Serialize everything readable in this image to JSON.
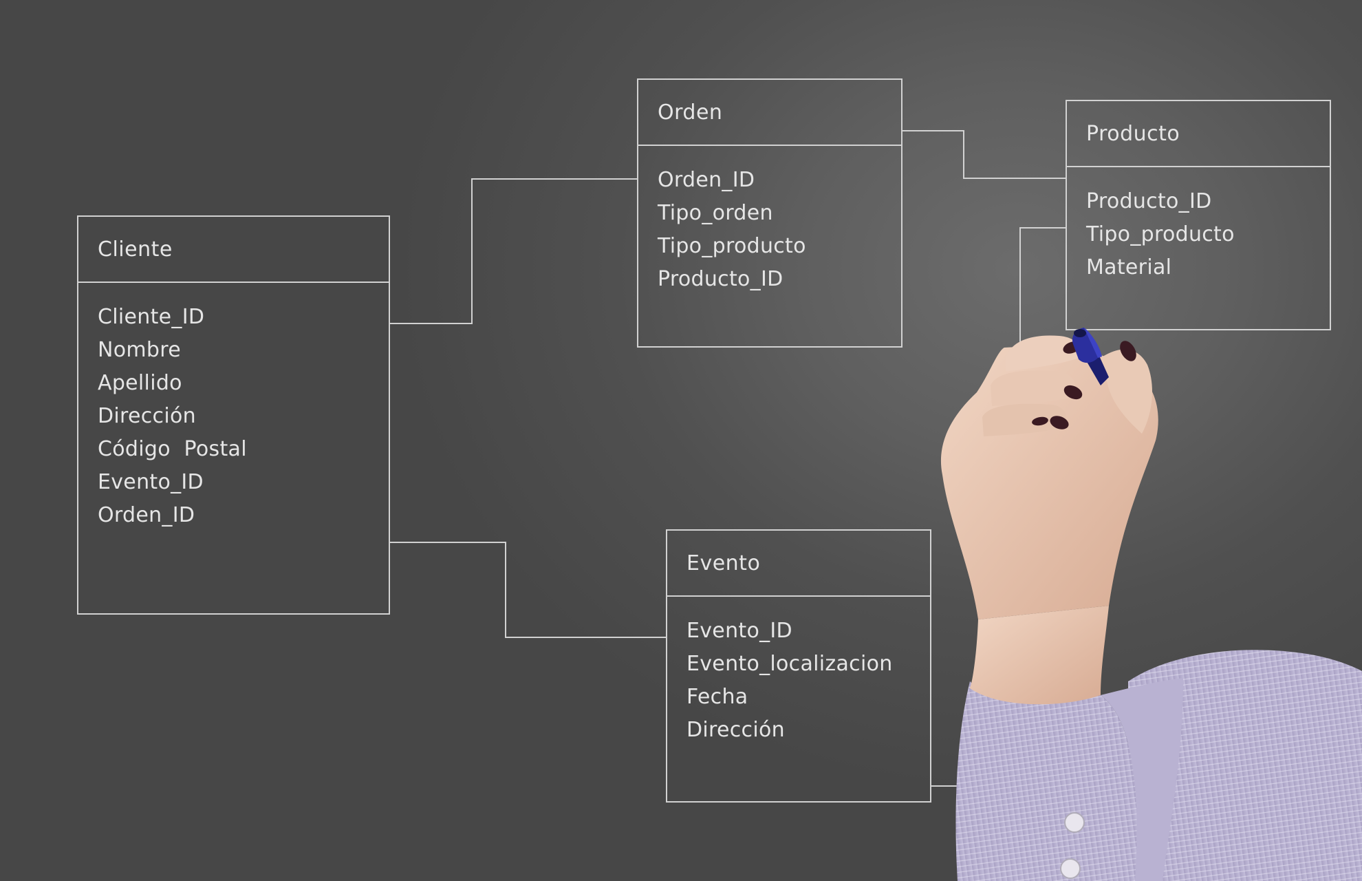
{
  "entities": {
    "cliente": {
      "title": "Cliente",
      "fields": [
        "Cliente_ID",
        "Nombre",
        "Apellido",
        "Dirección",
        "Código  Postal",
        "Evento_ID",
        "Orden_ID"
      ]
    },
    "orden": {
      "title": "Orden",
      "fields": [
        "Orden_ID",
        "Tipo_orden",
        "Tipo_producto",
        "Producto_ID"
      ]
    },
    "producto": {
      "title": "Producto",
      "fields": [
        "Producto_ID",
        "Tipo_producto",
        "Material"
      ]
    },
    "evento": {
      "title": "Evento",
      "fields": [
        "Evento_ID",
        "Evento_localizacion",
        "Fecha",
        "Dirección"
      ]
    }
  },
  "relationships": [
    {
      "from": "Cliente",
      "to": "Orden"
    },
    {
      "from": "Cliente",
      "to": "Evento"
    },
    {
      "from": "Orden",
      "to": "Producto"
    },
    {
      "from": "Evento",
      "to": "Producto"
    }
  ],
  "colors": {
    "background": "#555555",
    "line": "#d2d2d2",
    "text": "#e6e6e6",
    "marker": "#2b2f9e",
    "sleeve": "#b7b0cf",
    "skin": "#e8c6b0",
    "nail": "#3a1a22"
  },
  "photo": {
    "subject": "hand-holding-marker"
  }
}
